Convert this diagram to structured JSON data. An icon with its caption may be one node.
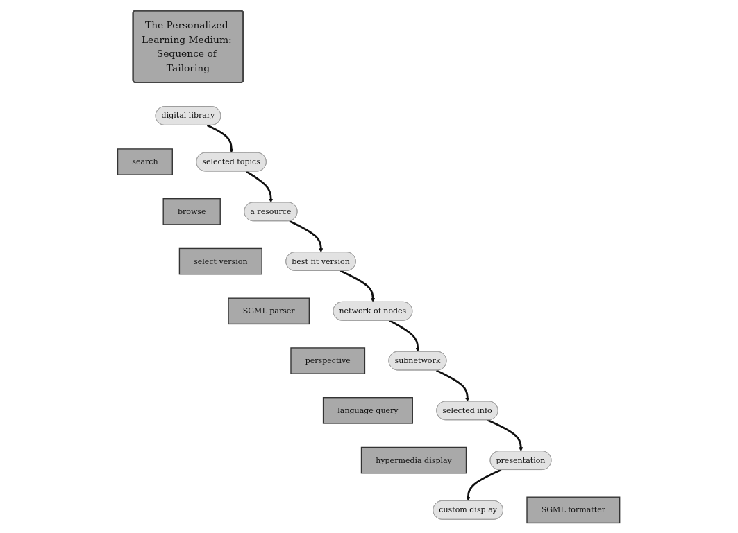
{
  "diagram": {
    "nodes": [
      {
        "text": [
          "The Personalized Learning Medium: Sequence of Tailoring"
        ]
      },
      {
        "text": [
          "digital library"
        ]
      },
      {
        "text": [
          "search"
        ]
      },
      {
        "text": [
          "selected topics"
        ]
      },
      {
        "text": [
          "browse"
        ]
      },
      {
        "text": [
          "a resource"
        ]
      },
      {
        "text": [
          "select version"
        ]
      },
      {
        "text": [
          "best fit version"
        ]
      },
      {
        "text": [
          "SGML parser"
        ]
      },
      {
        "text": [
          "network of nodes"
        ]
      },
      {
        "text": [
          "perspective"
        ]
      },
      {
        "text": [
          "subnetwork"
        ]
      },
      {
        "text": [
          "language query"
        ]
      },
      {
        "text": [
          "selected info"
        ]
      },
      {
        "text": [
          "hypermedia display"
        ]
      },
      {
        "text": [
          "presentation"
        ]
      },
      {
        "text": [
          "SGML formatter"
        ]
      },
      {
        "text": [
          "custom display"
        ]
      }
    ],
    "edges": [
      {
        "from": 1,
        "to": 3,
        "arrow": "to"
      },
      {
        "from": 3,
        "to": 5,
        "arrow": "to"
      },
      {
        "from": 5,
        "to": 7,
        "arrow": "to"
      },
      {
        "from": 7,
        "to": 9,
        "arrow": "to"
      },
      {
        "from": 9,
        "to": 11,
        "arrow": "to"
      },
      {
        "from": 11,
        "to": 13,
        "arrow": "to"
      },
      {
        "from": 13,
        "to": 15,
        "arrow": "to"
      },
      {
        "from": 15,
        "to": 17,
        "arrow": "to"
      }
    ]
  }
}
